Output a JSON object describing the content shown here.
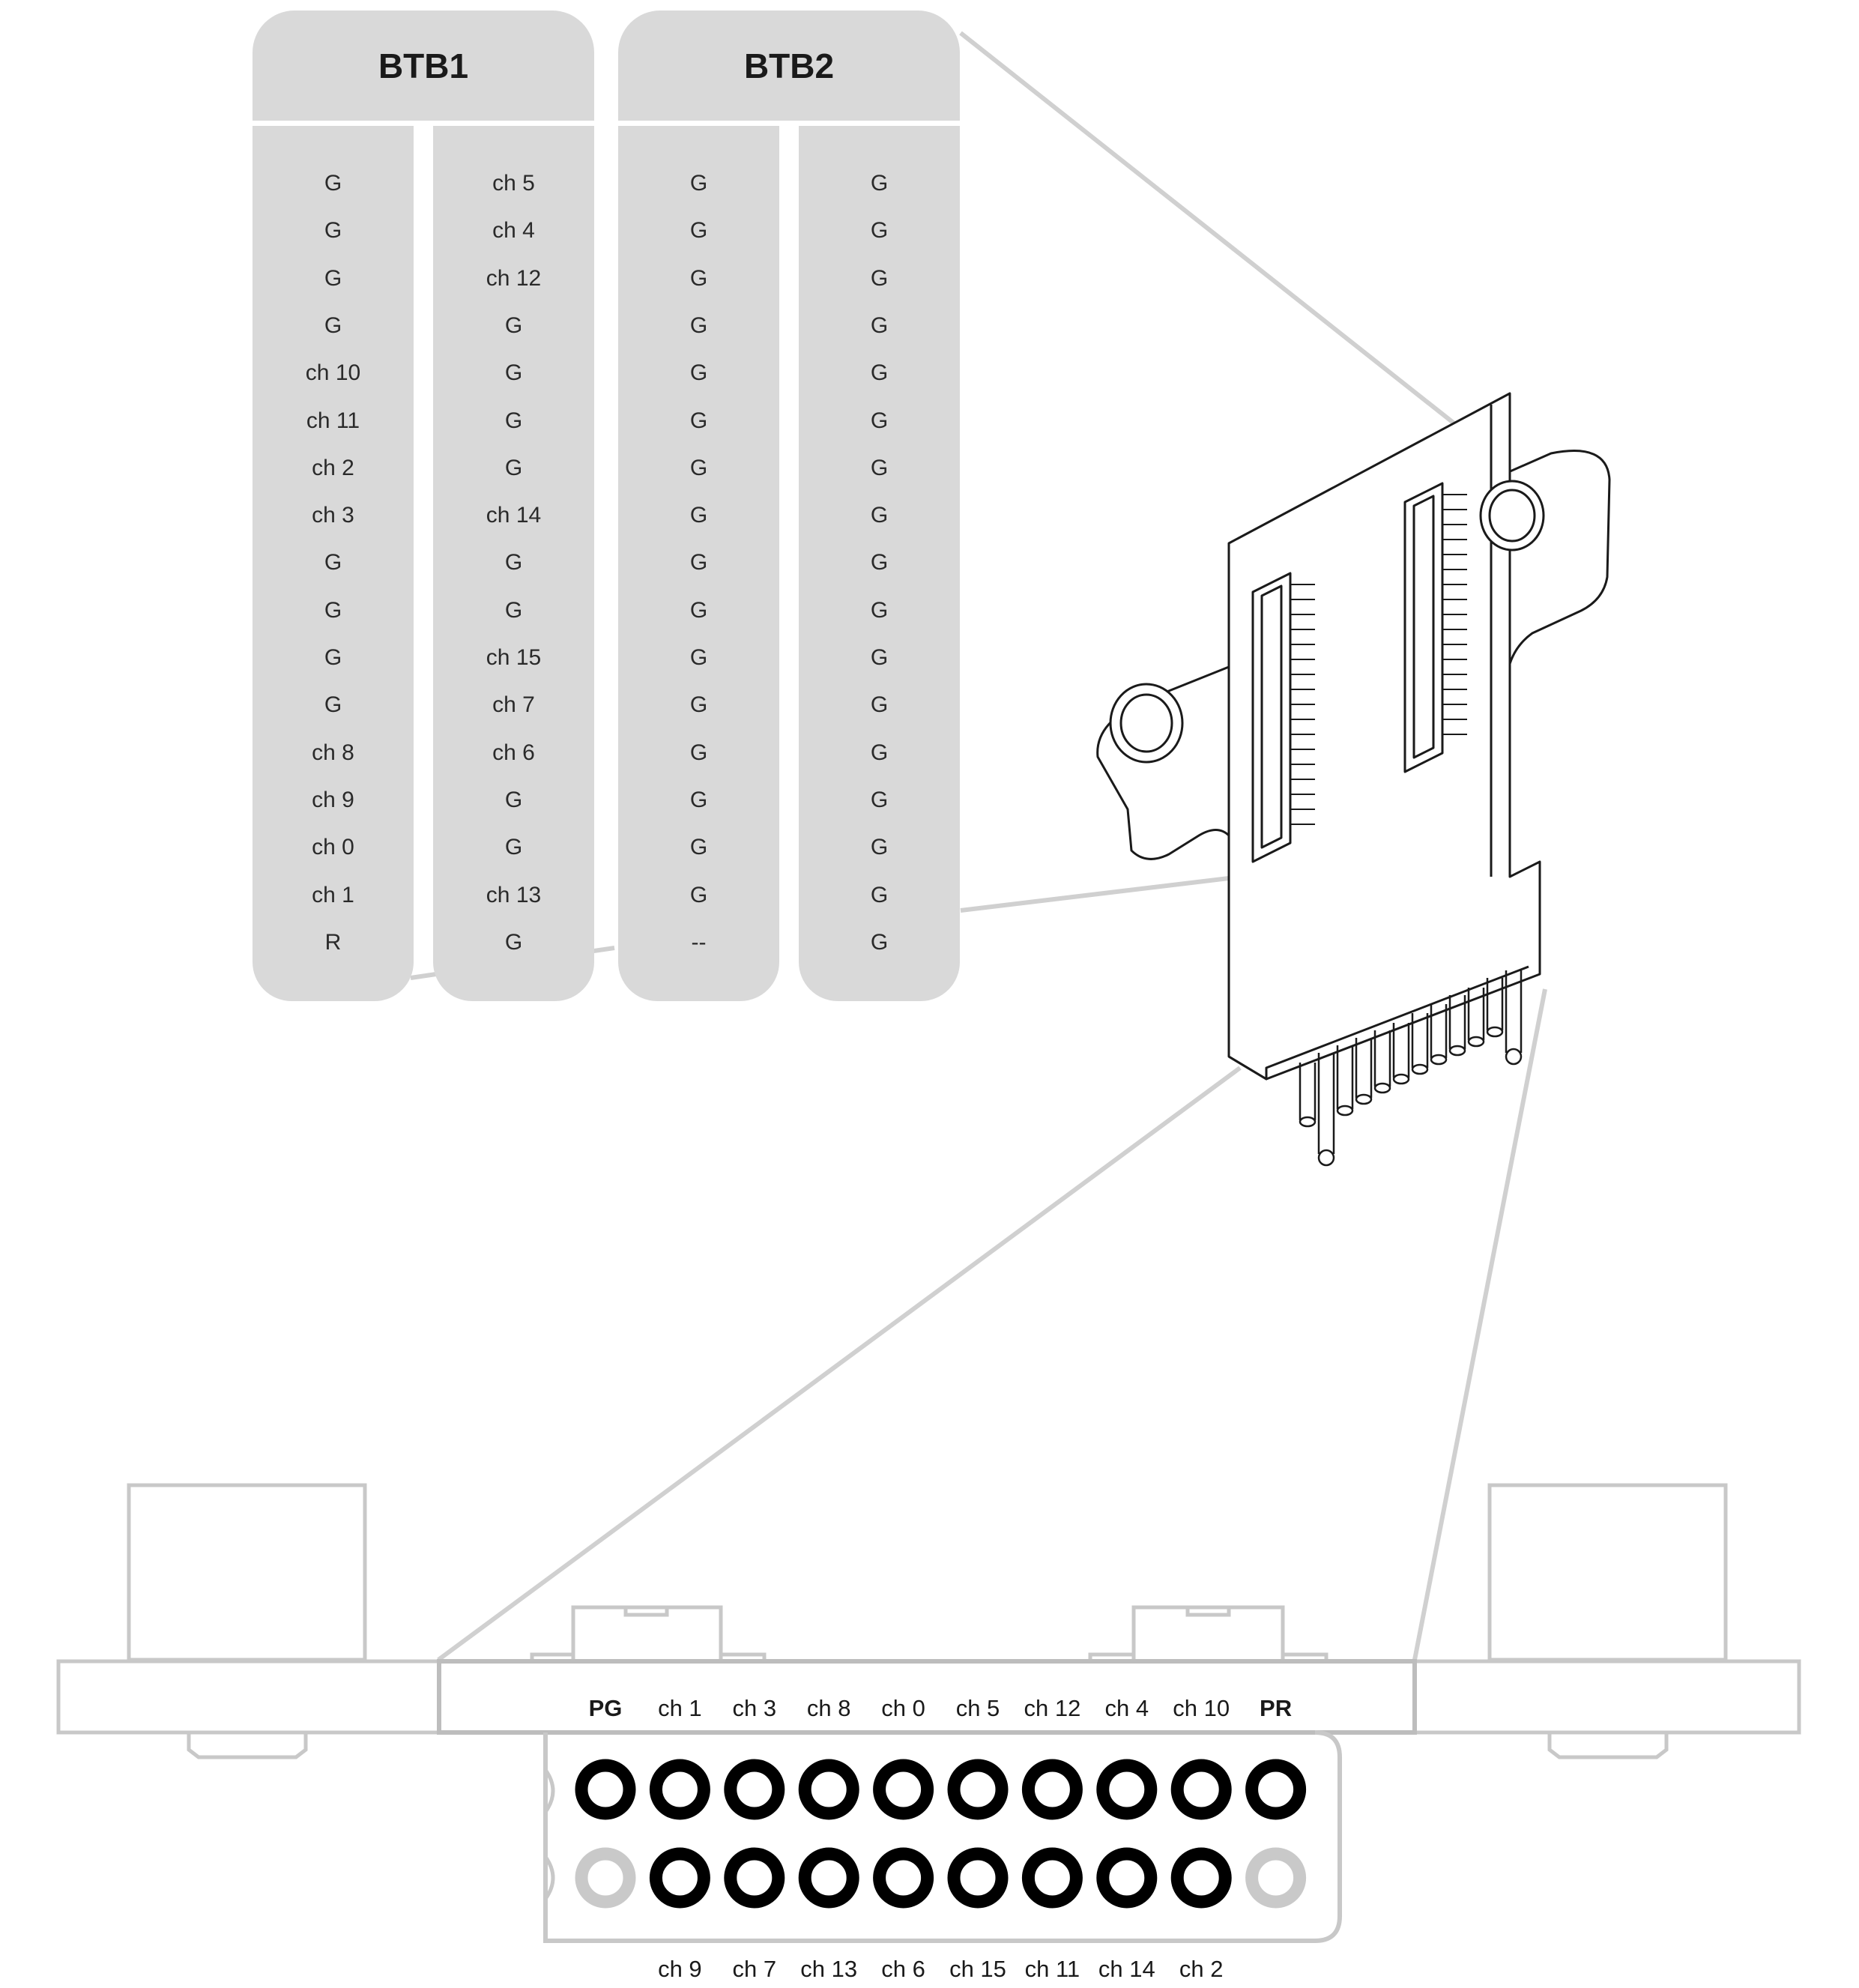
{
  "btb1": {
    "title": "BTB1",
    "col_left": [
      "G",
      "G",
      "G",
      "G",
      "ch 10",
      "ch 11",
      "ch 2",
      "ch 3",
      "G",
      "G",
      "G",
      "G",
      "ch 8",
      "ch 9",
      "ch 0",
      "ch 1",
      "R"
    ],
    "col_right": [
      "ch 5",
      "ch 4",
      "ch 12",
      "G",
      "G",
      "G",
      "G",
      "ch 14",
      "G",
      "G",
      "ch 15",
      "ch 7",
      "ch 6",
      "G",
      "G",
      "ch 13",
      "G"
    ]
  },
  "btb2": {
    "title": "BTB2",
    "col_left": [
      "G",
      "G",
      "G",
      "G",
      "G",
      "G",
      "G",
      "G",
      "G",
      "G",
      "G",
      "G",
      "G",
      "G",
      "G",
      "G",
      "--"
    ],
    "col_right": [
      "G",
      "G",
      "G",
      "G",
      "G",
      "G",
      "G",
      "G",
      "G",
      "G",
      "G",
      "G",
      "G",
      "G",
      "G",
      "G",
      "G"
    ]
  },
  "pins": {
    "top_row": [
      {
        "label": "PG",
        "bold": true,
        "active": true
      },
      {
        "label": "ch 1",
        "active": true
      },
      {
        "label": "ch 3",
        "active": true
      },
      {
        "label": "ch 8",
        "active": true
      },
      {
        "label": "ch 0",
        "active": true
      },
      {
        "label": "ch 5",
        "active": true
      },
      {
        "label": "ch 12",
        "active": true
      },
      {
        "label": "ch 4",
        "active": true
      },
      {
        "label": "ch 10",
        "active": true
      },
      {
        "label": "PR",
        "bold": true,
        "active": true
      }
    ],
    "bottom_row": [
      {
        "label": "",
        "active": false
      },
      {
        "label": "ch 9",
        "active": true
      },
      {
        "label": "ch 7",
        "active": true
      },
      {
        "label": "ch 13",
        "active": true
      },
      {
        "label": "ch 6",
        "active": true
      },
      {
        "label": "ch 15",
        "active": true
      },
      {
        "label": "ch 11",
        "active": true
      },
      {
        "label": "ch 14",
        "active": true
      },
      {
        "label": "ch 2",
        "active": true
      },
      {
        "label": "",
        "active": false
      }
    ]
  },
  "colors": {
    "panel": "#d9d9d9",
    "outline": "#c8c8c8",
    "drawing": "#1a1a1a",
    "pin_active": "#000000",
    "pin_inactive": "#c9c9c9"
  }
}
